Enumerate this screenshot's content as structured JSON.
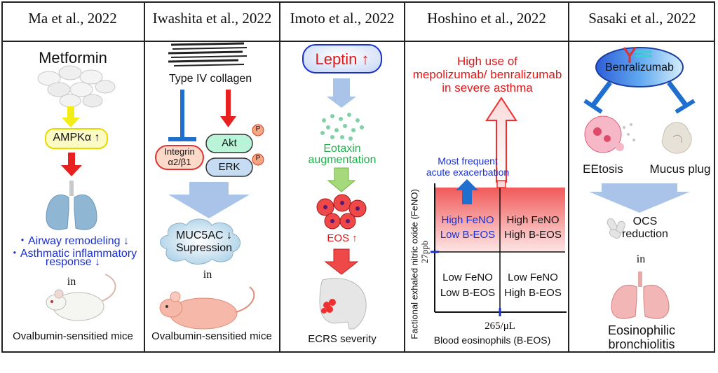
{
  "headers": [
    "Ma et al., 2022",
    "Iwashita et al., 2022",
    "Imoto et al., 2022",
    "Hoshino et al., 2022",
    "Sasaki et al., 2022"
  ],
  "ma": {
    "drug": "Metformin",
    "ampk": "AMPKα ↑",
    "effects": [
      "・Airway remodeling ↓",
      "・Asthmatic inflammatory",
      "response ↓"
    ],
    "in": "in",
    "model": "Ovalbumin-sensitied mice"
  },
  "iwashita": {
    "collagen": "Type IV collagen",
    "integrin": [
      "Integrin",
      "α2/β1"
    ],
    "akt": "Akt",
    "erk": "ERK",
    "p": "P",
    "muc": [
      "MUC5AC ↓",
      "Supression"
    ],
    "in": "in",
    "model": "Ovalbumin-sensitied mice"
  },
  "imoto": {
    "leptin": "Leptin ↑",
    "eotaxin": [
      "Eotaxin",
      "augmentation"
    ],
    "eos": "EOS ↑",
    "outcome": "ECRS severity"
  },
  "hoshino": {
    "title": [
      "High use of",
      "mepolizumab/ benralizumab",
      "in severe asthma"
    ],
    "exacerbation": [
      "Most frequent",
      "acute exacerbation"
    ],
    "quadrants": {
      "tl": [
        "High FeNO",
        "Low B-EOS"
      ],
      "tr": [
        "High FeNO",
        "High B-EOS"
      ],
      "bl": [
        "Low FeNO",
        "Low B-EOS"
      ],
      "br": [
        "Low FeNO",
        "High B-EOS"
      ]
    },
    "ylabel": "Factional exhaled nitric oxide (FeNO)",
    "ythreshold": "27ppb",
    "xthreshold": "265/μL",
    "xlabel": "Blood eosinophils (B-EOS)"
  },
  "sasaki": {
    "drug": "Benralizumab",
    "left": "EEtosis",
    "right": "Mucus plug",
    "ocs": [
      "OCS",
      "reduction"
    ],
    "in": "in",
    "outcome": [
      "Eosinophilic",
      "bronchiolitis"
    ]
  },
  "colors": {
    "red": "#e01818",
    "blue": "#1a2fd0",
    "arrow_blue": "#1f6fcf",
    "light_arrow": "#a9c4e8",
    "yellow": "#f3ec16",
    "green": "#20b04b"
  }
}
